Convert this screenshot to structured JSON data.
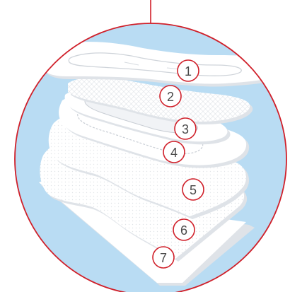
{
  "diagram": {
    "colors": {
      "background": "#b9dcf3",
      "ring": "#d0202a",
      "layer": "#ffffff",
      "layer_shadow": "#dfe3e8",
      "number_text": "#4a4a4a"
    },
    "layers": [
      {
        "number": "1"
      },
      {
        "number": "2"
      },
      {
        "number": "3"
      },
      {
        "number": "4"
      },
      {
        "number": "5"
      },
      {
        "number": "6"
      },
      {
        "number": "7"
      }
    ]
  }
}
